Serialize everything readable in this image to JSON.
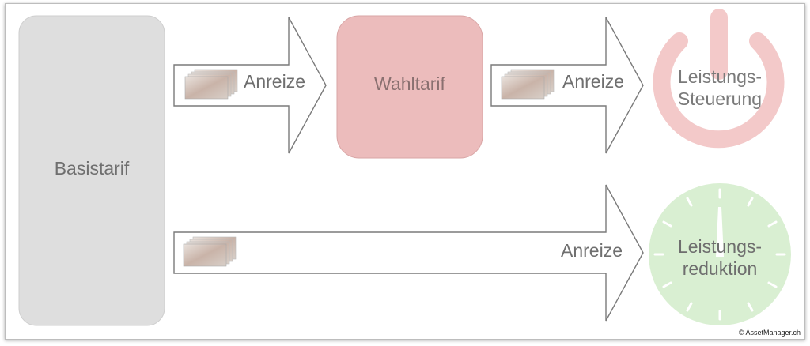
{
  "nodes": {
    "basistarif": "Basistarif",
    "wahltarif": "Wahltarif",
    "steuerung_line1": "Leistungs-",
    "steuerung_line2": "Steuerung",
    "reduktion_line1": "Leistungs-",
    "reduktion_line2": "reduktion"
  },
  "arrows": {
    "top_left_label": "Anreize",
    "top_right_label": "Anreize",
    "bottom_label": "Anreize"
  },
  "icons": [
    "money-stack-icon",
    "power-icon",
    "stopwatch-icon"
  ],
  "colors": {
    "basistarif_fill": "#dedede",
    "wahltarif_fill": "#ecbcbc",
    "power_icon": "#f3c9c9",
    "stopwatch_fill": "#d9efd2",
    "text": "#6f6f6f"
  },
  "copyright": "© AssetManager.ch"
}
